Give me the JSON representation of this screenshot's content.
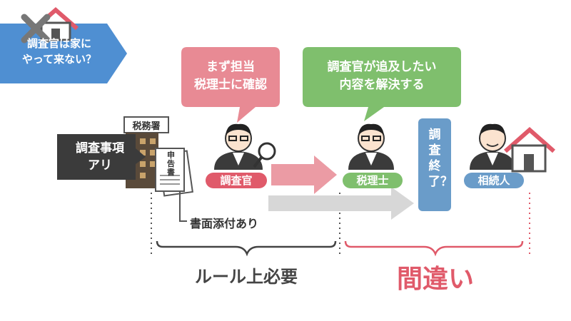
{
  "banner": {
    "text": "調査官は家に\nやって来ない？"
  },
  "bubbles": {
    "left": "まず担当\n税理士に確認",
    "right": "調査官が追及したい\n内容を解決する"
  },
  "office_sign": "税務署",
  "issue_box": "調査事項\nアリ",
  "document_label": "申告書",
  "attachment_note": "書面添付あり",
  "persons": {
    "inspector": "調査官",
    "tax_accountant": "税理士",
    "heir": "相続人"
  },
  "vertical_label": "調査終了？",
  "brackets": {
    "left": "ルール上必要",
    "right": "間違い"
  },
  "colors": {
    "blue_banner": "#4f8fd2",
    "pink": "#e88a94",
    "green": "#7fbf6d",
    "steel_blue": "#6a9cc9",
    "dark": "#3b3b3b",
    "gray_arrow": "#d7d7d7",
    "red_text": "#e05a6a"
  }
}
